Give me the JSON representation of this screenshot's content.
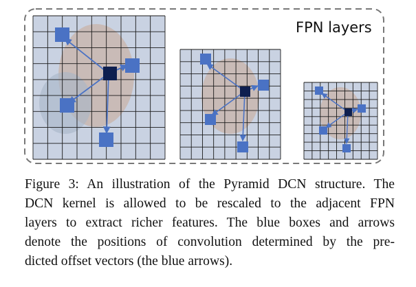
{
  "figure": {
    "container_label": "FPN layers",
    "colors": {
      "grid_line": "#1a1a1a",
      "image_tint": "#c5cfe0",
      "offset_box": "#4a72c4",
      "kernel_center": "#0e1f4f",
      "arrow": "#4a72c4",
      "dashed_border": "#777777"
    },
    "icons": [
      "feature-grid",
      "offset-arrow",
      "kernel-center-square",
      "offset-box"
    ]
  },
  "caption": {
    "lines": [
      "Figure 3: An illustration of the Pyramid DCN structure. The",
      "DCN kernel is allowed to be rescaled to the adjacent FPN",
      "layers to extract richer features. The blue boxes and arrows",
      "denote the positions of convolution determined by the pre-",
      "dicted offset vectors (the blue arrows)."
    ]
  }
}
